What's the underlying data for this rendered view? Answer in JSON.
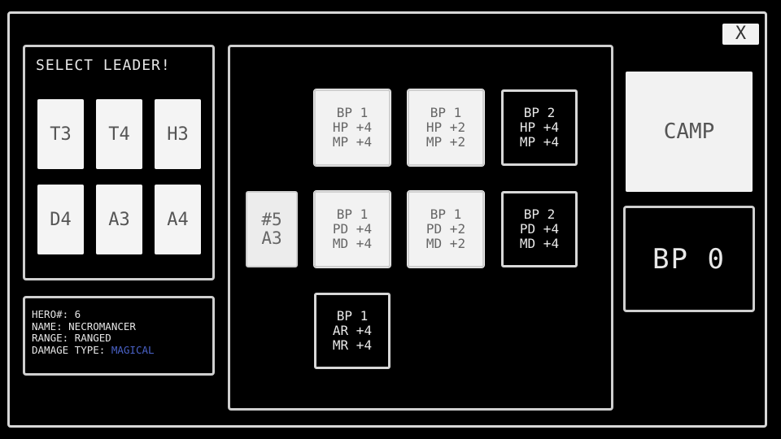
{
  "close_label": "X",
  "leader": {
    "title": "SELECT LEADER!",
    "cards": [
      "T3",
      "T4",
      "H3",
      "D4",
      "A3",
      "A4"
    ]
  },
  "hero_info": {
    "line1": "HERO#: 6",
    "line2": "NAME: NECROMANCER",
    "line3": "RANGE: RANGED",
    "line4_label": "DAMAGE TYPE: ",
    "line4_value": "MAGICAL"
  },
  "hero_slot": {
    "line1": "#5",
    "line2": "A3"
  },
  "upgrades": [
    {
      "lines": [
        "BP 1",
        "HP +4",
        "MP +4"
      ],
      "style": "light"
    },
    {
      "lines": [
        "BP 1",
        "HP +2",
        "MP +2"
      ],
      "style": "light"
    },
    {
      "lines": [
        "BP 2",
        "HP +4",
        "MP +4"
      ],
      "style": "dark"
    },
    {
      "lines": [
        "BP 1",
        "PD +4",
        "MD +4"
      ],
      "style": "light"
    },
    {
      "lines": [
        "BP 1",
        "PD +2",
        "MD +2"
      ],
      "style": "light"
    },
    {
      "lines": [
        "BP 2",
        "PD +4",
        "MD +4"
      ],
      "style": "dark"
    },
    {
      "lines": [
        "BP 1",
        "AR +4",
        "MR +4"
      ],
      "style": "dark"
    }
  ],
  "camp_label": "CAMP",
  "bp_display": "BP 0",
  "colors": {
    "magical": "#4a62c7"
  }
}
